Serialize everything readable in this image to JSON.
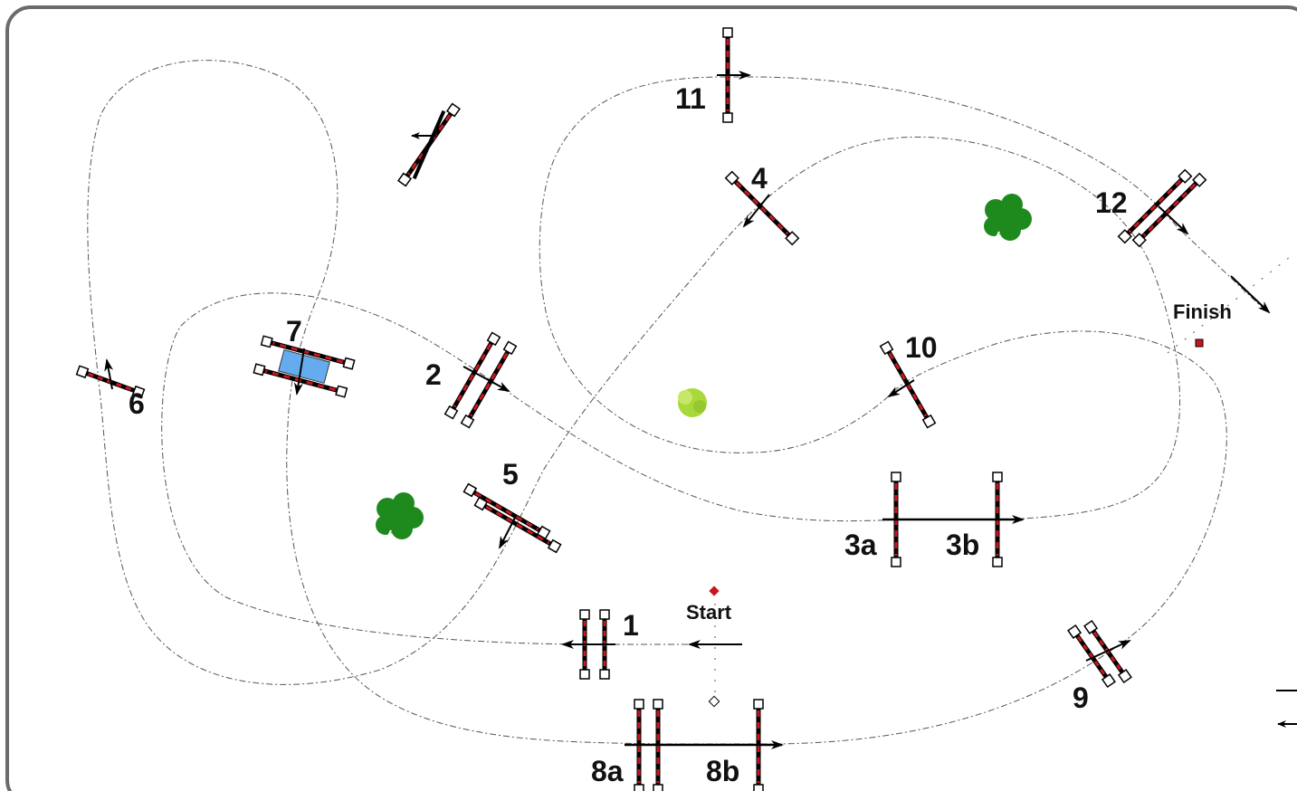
{
  "course": {
    "start_label": "Start",
    "finish_label": "Finish",
    "obstacles": [
      {
        "id": "1",
        "label": "1"
      },
      {
        "id": "2",
        "label": "2"
      },
      {
        "id": "3a",
        "label": "3a"
      },
      {
        "id": "3b",
        "label": "3b"
      },
      {
        "id": "4",
        "label": "4"
      },
      {
        "id": "5",
        "label": "5"
      },
      {
        "id": "6",
        "label": "6"
      },
      {
        "id": "7",
        "label": "7"
      },
      {
        "id": "8a",
        "label": "8a"
      },
      {
        "id": "8b",
        "label": "8b"
      },
      {
        "id": "9",
        "label": "9"
      },
      {
        "id": "10",
        "label": "10"
      },
      {
        "id": "11",
        "label": "11"
      },
      {
        "id": "12",
        "label": "12"
      }
    ]
  },
  "colors": {
    "frame": "#6b6b6b",
    "pole_red": "#c8161d",
    "water": "#3a8fe0",
    "tree_dark": "#1e8a1e",
    "tree_light": "#a8d83a",
    "route": "#555555"
  },
  "icons": [
    "tree-icon",
    "bush-icon",
    "water-jump-icon",
    "crossed-fence-icon"
  ]
}
